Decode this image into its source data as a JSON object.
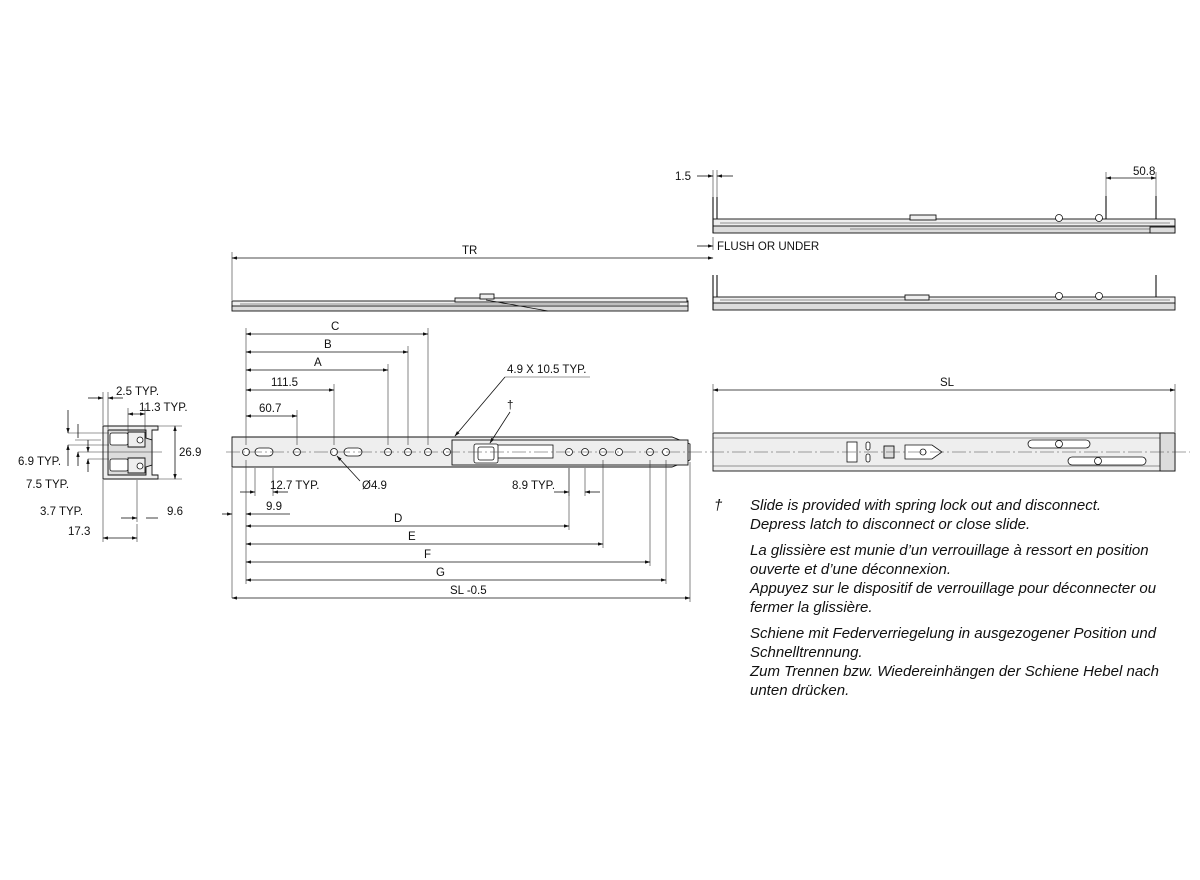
{
  "dimensions": {
    "d_1_5": "1.5",
    "d_50_8": "50.8",
    "tr": "TR",
    "flush": "FLUSH OR UNDER",
    "c": "C",
    "b": "B",
    "a": "A",
    "d_111_5": "111.5",
    "d_60_7": "60.7",
    "slot": "4.9 X 10.5 TYP.",
    "dagger": "†",
    "sl": "SL",
    "d_12_7": "12.7 TYP.",
    "hole_dia": "Ø4.9",
    "d_8_9": "8.9 TYP.",
    "d_9_9": "9.9",
    "d": "D",
    "e": "E",
    "f": "F",
    "g": "G",
    "sl_minus": "SL -0.5"
  },
  "section": {
    "d_2_5": "2.5 TYP.",
    "d_11_3": "11.3 TYP.",
    "d_26_9": "26.9",
    "d_6_9": "6.9 TYP.",
    "d_7_5": "7.5 TYP.",
    "d_3_7": "3.7 TYP.",
    "d_9_6": "9.6",
    "d_17_3": "17.3"
  },
  "notes": {
    "mark": "†",
    "en_1": "Slide is provided with spring lock out and disconnect.",
    "en_2": "Depress latch to disconnect or close slide.",
    "fr_1": "La glissière est munie d’un verrouillage à ressort en position ouverte et d’une déconnexion.",
    "fr_2": "Appuyez sur le dispositif de verrouillage pour déconnecter ou fermer la glissière.",
    "de_1": "Schiene mit Federverriegelung in ausgezogener Position und Schnelltrennung.",
    "de_2": "Zum Trennen bzw. Wiedereinhängen der Schiene Hebel nach unten drücken."
  }
}
